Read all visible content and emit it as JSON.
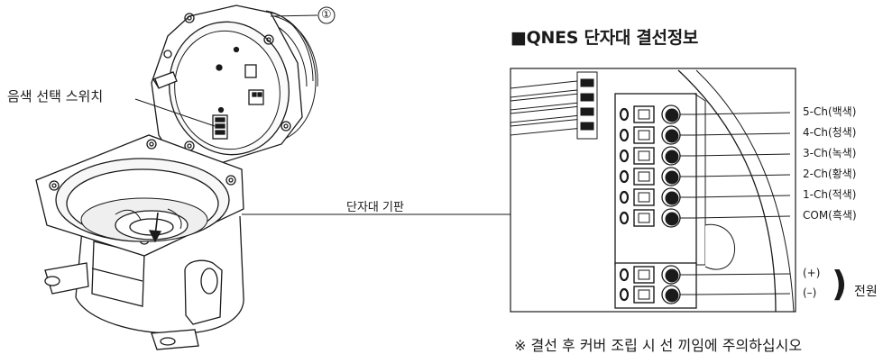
{
  "title": "■QNES 단자대 결선정보",
  "label_switch": "음색 선택 스위치",
  "label_terminal_board": "단자대 기판",
  "callout_number": "①",
  "channels": [
    "5-Ch(백색)",
    "4-Ch(청색)",
    "3-Ch(녹색)",
    "2-Ch(황색)",
    "1-Ch(적색)",
    "COM(흑색)"
  ],
  "power_terminals": [
    "(+)",
    "(–)"
  ],
  "power_label": "전원",
  "power_brace": ")",
  "note": "※ 결선 후 커버 조립 시 선 끼임에 주의하십시오"
}
